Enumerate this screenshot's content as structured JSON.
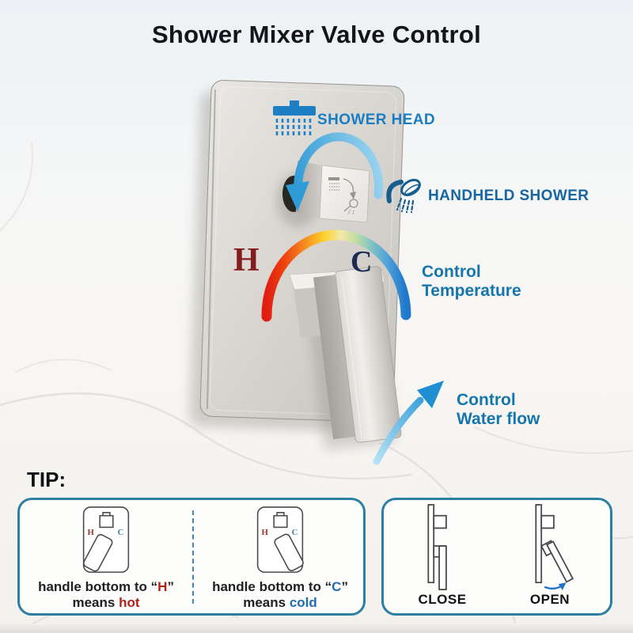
{
  "title": "Shower Mixer Valve Control",
  "callouts": {
    "shower_head": "SHOWER HEAD",
    "handheld_shower": "HANDHELD SHOWER",
    "control_temperature_line1": "Control",
    "control_temperature_line2": "Temperature",
    "control_water_line1": "Control",
    "control_water_line2": "Water flow",
    "hot_letter": "H",
    "cold_letter": "C"
  },
  "tip": {
    "heading": "TIP:",
    "hot": {
      "line1_prefix": "handle bottom to “",
      "letter": "H",
      "line1_suffix": "”",
      "line2_prefix": "means ",
      "line2_word": "hot"
    },
    "cold": {
      "line1_prefix": "handle bottom to “",
      "letter": "C",
      "line1_suffix": "”",
      "line2_prefix": "means ",
      "line2_word": "cold"
    },
    "close_label": "CLOSE",
    "open_label": "OPEN"
  },
  "colors": {
    "accent_blue": "#1b7ec2",
    "deep_label_blue": "#1576ad",
    "hot_red": "#b4211a",
    "cold_blue": "#1f6db4",
    "h_letter_maroon": "#841c1e",
    "c_letter_navy": "#1b2a52",
    "tip_box_border": "#2c7fa0",
    "plate_nickel": "#d6d3ce",
    "rainbow_start": "#e21d12",
    "rainbow_end": "#1f78cc"
  }
}
